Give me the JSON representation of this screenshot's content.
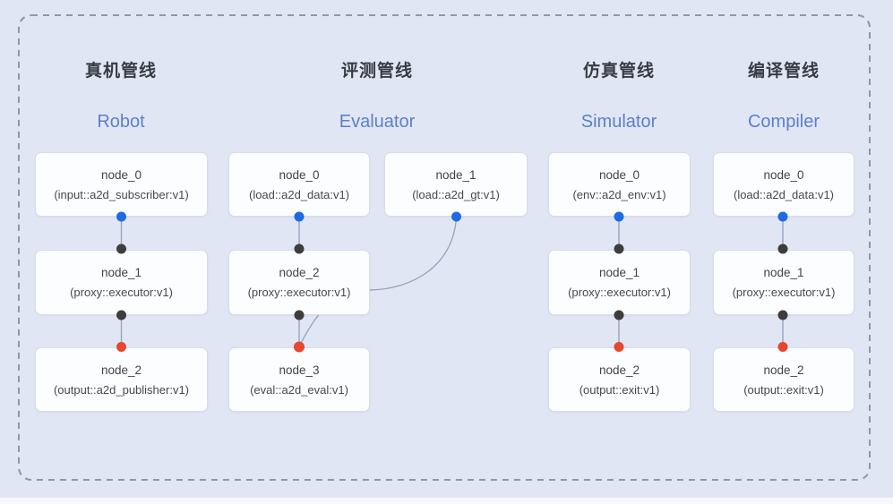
{
  "diagram": {
    "pipelines": [
      {
        "zh_title": "真机管线",
        "en_title": "Robot",
        "nodes": [
          {
            "name": "node_0",
            "type": "(input::a2d_subscriber:v1)"
          },
          {
            "name": "node_1",
            "type": "(proxy::executor:v1)"
          },
          {
            "name": "node_2",
            "type": "(output::a2d_publisher:v1)"
          }
        ]
      },
      {
        "zh_title": "评测管线",
        "en_title": "Evaluator",
        "nodes": [
          {
            "name": "node_0",
            "type": "(load::a2d_data:v1)"
          },
          {
            "name": "node_1",
            "type": "(load::a2d_gt:v1)"
          },
          {
            "name": "node_2",
            "type": "(proxy::executor:v1)"
          },
          {
            "name": "node_3",
            "type": "(eval::a2d_eval:v1)"
          }
        ]
      },
      {
        "zh_title": "仿真管线",
        "en_title": "Simulator",
        "nodes": [
          {
            "name": "node_0",
            "type": "(env::a2d_env:v1)"
          },
          {
            "name": "node_1",
            "type": "(proxy::executor:v1)"
          },
          {
            "name": "node_2",
            "type": "(output::exit:v1)"
          }
        ]
      },
      {
        "zh_title": "编译管线",
        "en_title": "Compiler",
        "nodes": [
          {
            "name": "node_0",
            "type": "(load::a2d_data:v1)"
          },
          {
            "name": "node_1",
            "type": "(proxy::executor:v1)"
          },
          {
            "name": "node_2",
            "type": "(output::exit:v1)"
          }
        ]
      }
    ]
  },
  "colors": {
    "port_blue": "#1e6ae1",
    "port_black": "#3d3d3d",
    "port_red": "#e8462e",
    "edge": "#97a5bd",
    "border_dash": "#9097a6",
    "zh_title_color": "#373b44",
    "en_title_color": "#5b80c9",
    "background": "#e1e6f4",
    "node_fill": "#fcfdfe",
    "node_border": "#d8dce8"
  }
}
